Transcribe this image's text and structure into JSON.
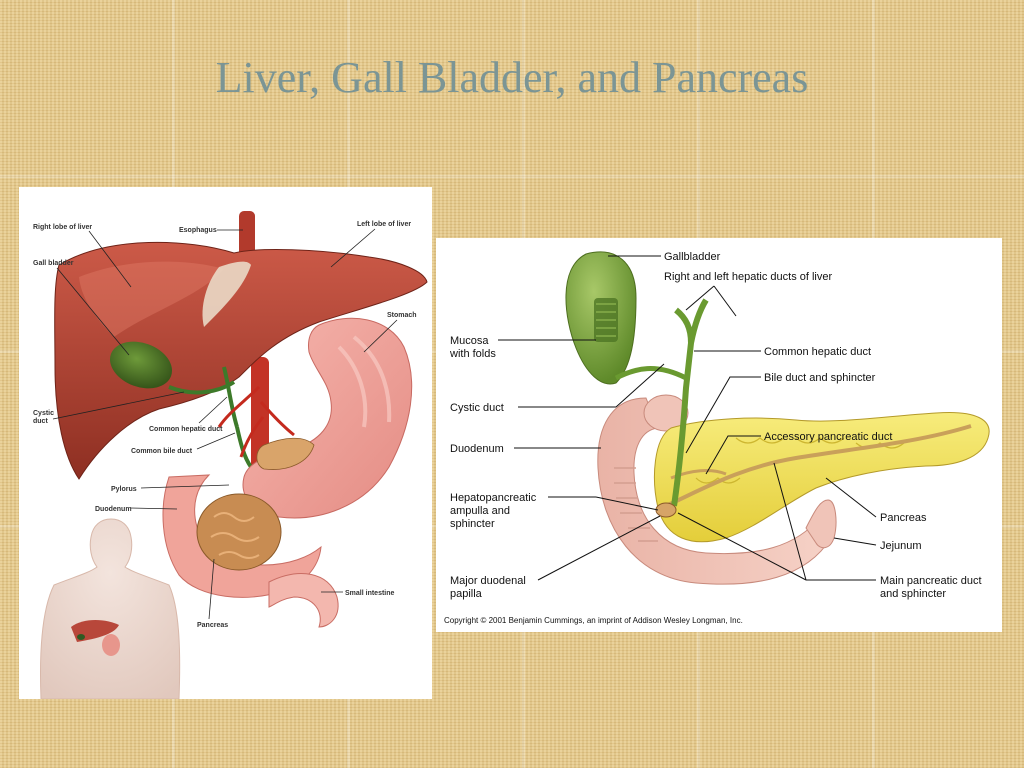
{
  "slide": {
    "title": "Liver, Gall Bladder, and Pancreas"
  },
  "figure_left": {
    "labels": {
      "right_lobe": "Right lobe of liver",
      "esophagus": "Esophagus",
      "left_lobe": "Left lobe of liver",
      "gall_bladder": "Gall bladder",
      "stomach": "Stomach",
      "cystic_duct_1": "Cystic",
      "cystic_duct_2": "duct",
      "common_hepatic_duct": "Common hepatic duct",
      "common_bile_duct": "Common bile duct",
      "pylorus": "Pylorus",
      "duodenum": "Duodenum",
      "small_intestine": "Small intestine",
      "pancreas": "Pancreas"
    }
  },
  "figure_right": {
    "labels": {
      "gallbladder": "Gallbladder",
      "hepatic_ducts": "Right and left hepatic ducts of liver",
      "mucosa_1": "Mucosa",
      "mucosa_2": "with folds",
      "common_hepatic_duct": "Common hepatic duct",
      "bile_duct": "Bile duct and sphincter",
      "cystic_duct": "Cystic duct",
      "accessory_duct": "Accessory pancreatic duct",
      "duodenum": "Duodenum",
      "ampulla_1": "Hepatopancreatic",
      "ampulla_2": "ampulla and",
      "ampulla_3": "sphincter",
      "pancreas": "Pancreas",
      "jejunum": "Jejunum",
      "papilla_1": "Major duodenal",
      "papilla_2": "papilla",
      "main_duct_1": "Main pancreatic duct",
      "main_duct_2": "and sphincter"
    },
    "copyright": "Copyright © 2001 Benjamin Cummings, an imprint of Addison Wesley Longman, Inc."
  }
}
